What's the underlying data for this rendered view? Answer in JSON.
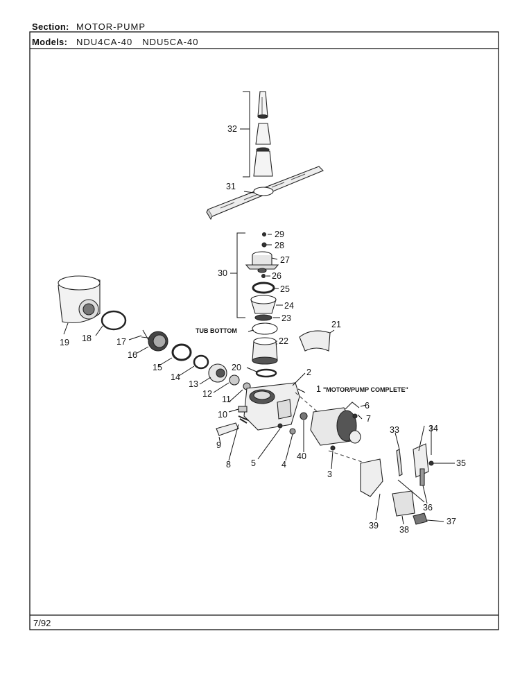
{
  "header": {
    "section_label": "Section:",
    "section_value": "MOTOR-PUMP",
    "models_label": "Models:",
    "model_1": "NDU4CA-40",
    "model_2": "NDU5CA-40"
  },
  "diagram": {
    "labels": {
      "p1": "1",
      "motor_pump_complete": "\"MOTOR/PUMP COMPLETE\"",
      "tub_bottom": "TUB BOTTOM",
      "p2": "2",
      "p3": "3",
      "p4": "4",
      "p5": "5",
      "p6": "6",
      "p7": "7",
      "p8": "8",
      "p9": "9",
      "p10": "10",
      "p11": "11",
      "p12": "12",
      "p13": "13",
      "p14": "14",
      "p15": "15",
      "p16": "16",
      "p17": "17",
      "p18": "18",
      "p19": "19",
      "p20": "20",
      "p21": "21",
      "p22": "22",
      "p23": "23",
      "p24": "24",
      "p25": "25",
      "p26": "26",
      "p27": "27",
      "p28": "28",
      "p29": "29",
      "p30": "30",
      "p31": "31",
      "p32": "32",
      "p33": "33",
      "p34": "34",
      "p35": "35",
      "p36": "36",
      "p37": "37",
      "p38": "38",
      "p39": "39",
      "p40": "40"
    }
  },
  "footer": {
    "date": "7/92"
  }
}
